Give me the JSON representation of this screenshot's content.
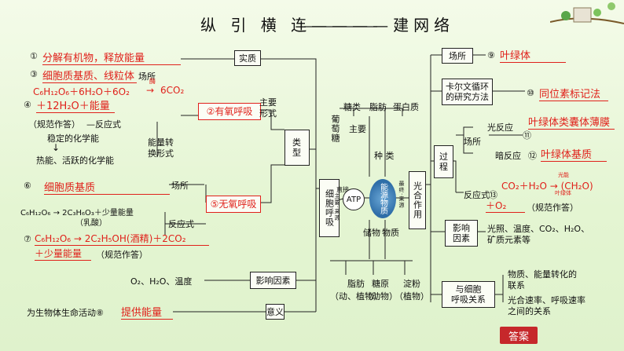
{
  "title": "纵 引 横 连————建网络",
  "answer_button": "答案",
  "center": {
    "respiration": "细胞呼吸",
    "photosynthesis": "光合作用",
    "atp": "ATP",
    "energy_substance": "能源物质",
    "direct": "直接",
    "direct_source": "主要·来源",
    "ultimate_source": "最终·来源",
    "nutrients": [
      "糖类",
      "脂肪",
      "蛋白质"
    ],
    "glucose": "葡萄糖",
    "main": "主要",
    "kind": "种 类",
    "storage": "储物",
    "substance": "物质",
    "stores": [
      "脂肪\n（动、植物）",
      "糖原\n（动物）",
      "淀粉\n（植物）"
    ]
  },
  "left": {
    "essence_box": "实质",
    "item1_num": "①",
    "item1": "分解有机物，释放能量",
    "aerobic_box": "②有氧呼吸",
    "item3_num": "③",
    "item3": "细胞质基质、线粒体",
    "site": "场所",
    "aerobic_eq1": "C₆H₁₂O₆＋6H₂O＋6O₂",
    "aerobic_eq2": "6CO₂",
    "enzyme": "酶",
    "item4_num": "④",
    "item4": "＋12H₂O＋能量",
    "norm_note": "（规范作答）",
    "reaction_label": "—反应式",
    "main_form": "主要\n形式",
    "stable_energy": "稳定的化学能",
    "active_energy": "热能、活跃的化学能",
    "energy_convert": "能量转\n换形式",
    "type_box": "类\n型",
    "item6_num": "⑥",
    "item6": "细胞质基质",
    "site2": "场所",
    "anaerobic_box": "⑤无氧呼吸",
    "lactic_eq": "C₆H₁₂O₆ → 2C₃H₆O₃＋少量能量",
    "lactic_note": "（乳酸）",
    "reaction2": "反应式",
    "item7_num": "⑦",
    "item7_eq": "C₆H₁₂O₆ → 2C₂H₅OH(酒精)＋2CO₂",
    "item7_tail": "＋少量能量",
    "norm_note2": "（规范作答）",
    "factors": "O₂、H₂O、温度",
    "factors_box": "影响因素",
    "meaning_prefix": "为生物体生命活动⑧",
    "item8": "提供能量",
    "meaning_box": "意义"
  },
  "right": {
    "site_box": "场所",
    "item9_num": "⑨",
    "item9": "叶绿体",
    "calvin_box": "卡尔文循环\n的研究方法",
    "item10_num": "⑩",
    "item10": "同位素标记法",
    "process_box": "过\n程",
    "light": "光反应",
    "site": "场所",
    "item11_num": "⑪",
    "item11": "叶绿体类囊体薄膜",
    "dark": "暗反应",
    "item12_num": "⑫",
    "item12": "叶绿体基质",
    "reaction": "反应式",
    "item13_num": "⑬",
    "item13_eq": "CO₂＋H₂O → (CH₂O)",
    "light_energy": "光能",
    "chloroplast": "叶绿体",
    "item13_tail": "＋O₂",
    "norm_note": "（规范作答）",
    "factor_box": "影响\n因素",
    "factor_text": "光照、温度、CO₂、H₂O、\n矿质元素等",
    "relation_box": "与细胞\n呼吸关系",
    "relation_text1": "物质、能量转化的\n联系",
    "relation_text2": "光合速率、呼吸速率\n之间的关系"
  }
}
